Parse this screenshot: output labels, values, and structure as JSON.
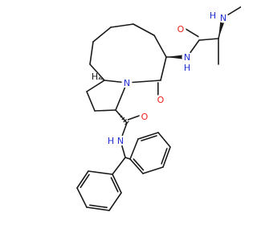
{
  "molecule": {
    "atom_labels": {
      "n_methylamino": "N",
      "h_methylamino": "H",
      "o_alanyl_carbonyl": "O",
      "n_alanyl_amide": "N",
      "h_alanyl_amide": "H",
      "n_bridgehead": "N",
      "o_lactam": "O",
      "o_carboxamide": "O",
      "n_carboxamide": "N",
      "h_carboxamide": "H",
      "h_stereo": "H"
    },
    "colors": {
      "bond": "#1a1a1a",
      "nitrogen": "#1f2fd1",
      "oxygen": "#e8221b",
      "carbon_label": "#1a1a1a"
    }
  }
}
